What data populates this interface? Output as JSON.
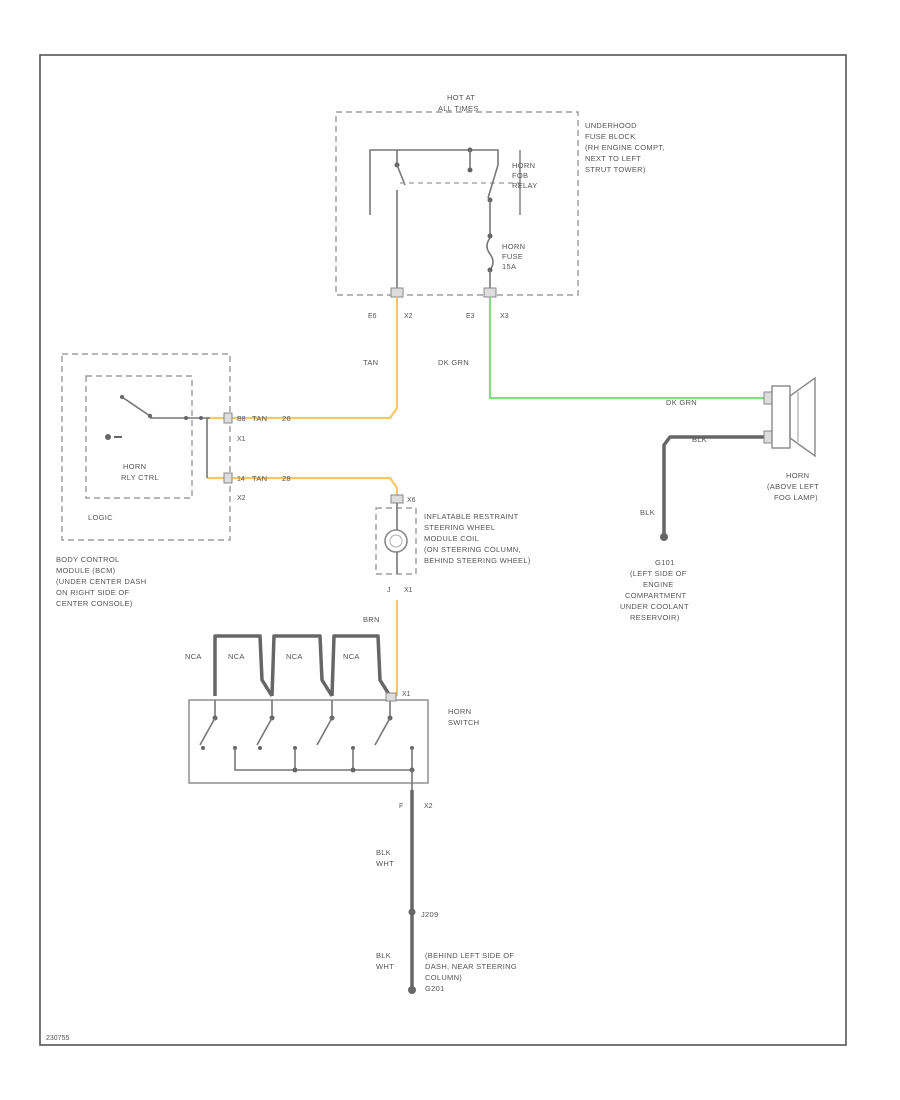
{
  "diagram": {
    "fuse_block": {
      "hot_label": [
        "HOT AT",
        "ALL TIMES"
      ],
      "description": [
        "UNDERHOOD",
        "FUSE BLOCK",
        "(RH ENGINE COMPT,",
        "NEXT TO LEFT",
        "STRUT TOWER)"
      ],
      "relay_label": [
        "HORN",
        "FOB",
        "RELAY"
      ],
      "fuse_label": [
        "HORN",
        "FUSE",
        "15A"
      ],
      "pin_left": [
        "E6",
        "X2"
      ],
      "pin_right": [
        "E3",
        "X3"
      ]
    },
    "wires": {
      "tan_top": "TAN",
      "dkgrn_vertical": "DK GRN",
      "dkgrn_horizontal": "DK GRN",
      "blk_horn": "BLK",
      "blk_ground": "BLK",
      "bcm_wire_1": "TAN",
      "bcm_wire_2": "TAN",
      "brn": "BRN",
      "blk_wht_1": [
        "BLK",
        "WHT"
      ],
      "blk_wht_2": [
        "BLK",
        "WHT"
      ]
    },
    "bcm": {
      "inner_label": [
        "HORN",
        "RLY CTRL"
      ],
      "logic": "LOGIC",
      "pin1": [
        "B8",
        "X1"
      ],
      "pin2": [
        "14",
        "X2"
      ],
      "pin1_num": "26",
      "pin2_num": "28",
      "description": [
        "BODY CONTROL",
        "MODULE (BCM)",
        "(UNDER CENTER DASH",
        "ON RIGHT SIDE OF",
        "CENTER CONSOLE)"
      ]
    },
    "horn": {
      "description": [
        "HORN",
        "(ABOVE LEFT",
        "FOG LAMP)"
      ]
    },
    "ground_right": {
      "id": "G101",
      "description": [
        "(LEFT SIDE OF",
        "ENGINE",
        "COMPARTMENT",
        "UNDER COOLANT",
        "RESERVOIR)"
      ]
    },
    "coil": {
      "pin_top": "X6",
      "pin_bottom": [
        "J",
        "X1"
      ],
      "description": [
        "INFLATABLE RESTRAINT",
        "STEERING WHEEL",
        "MODULE COIL",
        "(ON STEERING COLUMN,",
        "BEHIND STEERING WHEEL)"
      ]
    },
    "horn_switch": {
      "description": [
        "HORN",
        "SWITCH"
      ],
      "nca_labels": [
        "NCA",
        "NCA",
        "NCA",
        "NCA"
      ],
      "pin_top": "X1",
      "pin_bottom": [
        "F",
        "X2"
      ]
    },
    "splice": "J209",
    "ground_bottom": {
      "description": [
        "(BEHIND LEFT SIDE OF",
        "DASH, NEAR STEERING",
        "COLUMN)"
      ],
      "id": "G201"
    },
    "figure_id": "230755"
  }
}
